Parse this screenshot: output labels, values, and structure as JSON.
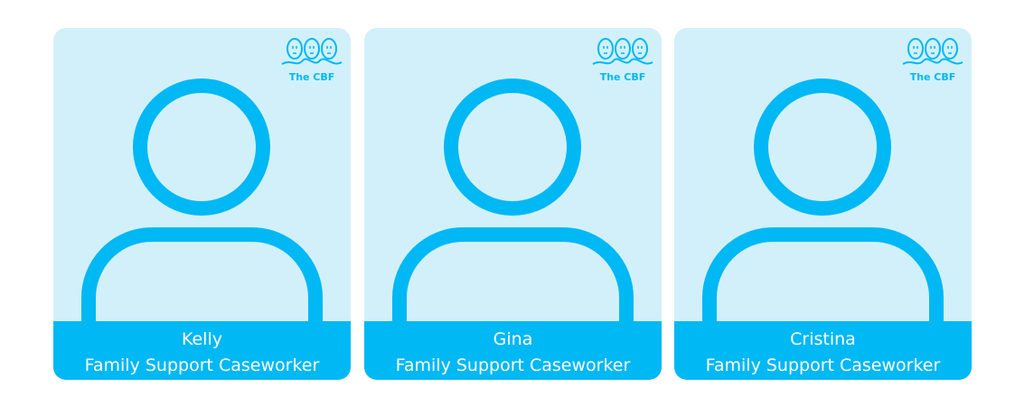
{
  "logo_text": "The CBF",
  "colors": {
    "card_bg": "#d2f0fa",
    "accent": "#00b8f4"
  },
  "staff": [
    {
      "name": "Kelly",
      "role": "Family Support Caseworker"
    },
    {
      "name": "Gina",
      "role": "Family Support Caseworker"
    },
    {
      "name": "Cristina",
      "role": "Family Support Caseworker"
    }
  ]
}
